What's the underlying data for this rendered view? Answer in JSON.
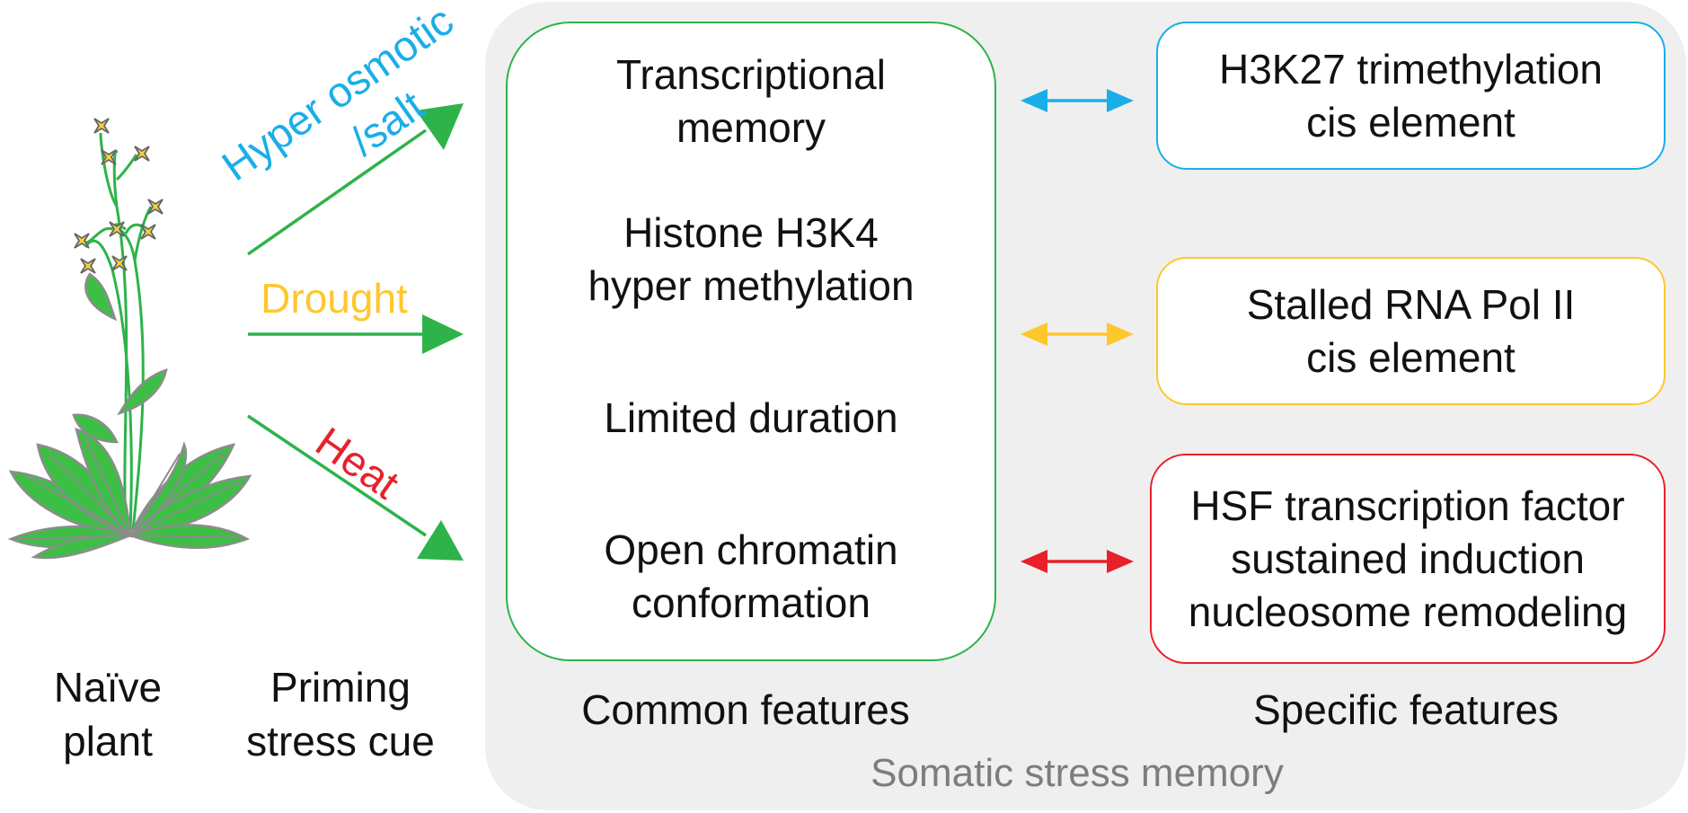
{
  "labels": {
    "naive_plant": [
      "Naïve",
      "plant"
    ],
    "priming_cue": [
      "Priming",
      "stress cue"
    ],
    "common_features": "Common features",
    "specific_features": "Specific features",
    "somatic_memory": "Somatic stress memory"
  },
  "cues": [
    {
      "lines": [
        "Hyper osmotic",
        "/salt"
      ],
      "color": "#1aaee8"
    },
    {
      "lines": [
        "Drought"
      ],
      "color": "#ffc72c"
    },
    {
      "lines": [
        "Heat"
      ],
      "color": "#e8202a"
    }
  ],
  "common": [
    [
      "Transcriptional",
      "memory"
    ],
    [
      "Histone H3K4",
      "hyper methylation"
    ],
    [
      "Limited duration"
    ],
    [
      "Open chromatin",
      "conformation"
    ]
  ],
  "specific": [
    {
      "lines": [
        "H3K27 trimethylation",
        "cis element"
      ],
      "color": "#1aaee8"
    },
    {
      "lines": [
        "Stalled RNA Pol II",
        "cis element"
      ],
      "color": "#ffc72c"
    },
    {
      "lines": [
        "HSF transcription factor",
        "sustained induction",
        "nucleosome remodeling"
      ],
      "color": "#e8202a"
    }
  ],
  "colors": {
    "green": "#2db34a",
    "plant_leaf": "#3dbf45",
    "panel": "#efefef",
    "memory_text": "#7d7d7d"
  }
}
